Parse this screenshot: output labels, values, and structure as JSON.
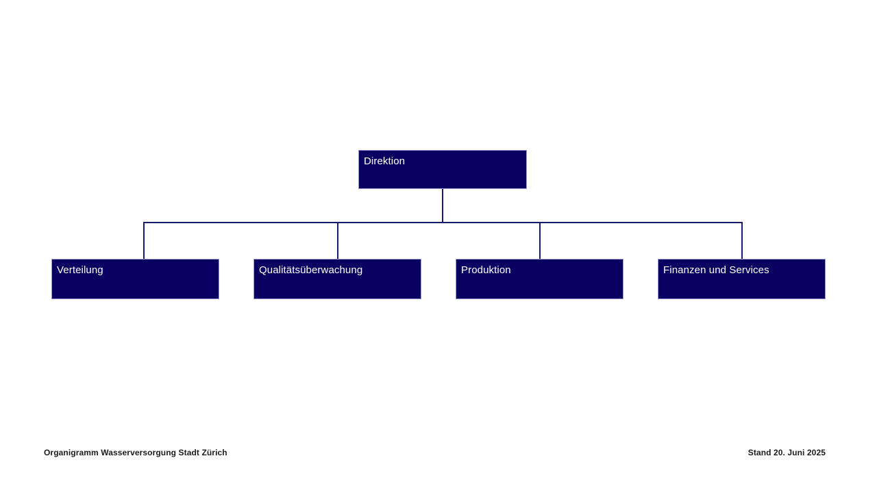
{
  "chart_data": {
    "type": "diagram",
    "subtype": "org-chart",
    "title": "Organigramm Wasserversorgung Stadt Zürich",
    "root": {
      "label": "Direktion",
      "level": 0
    },
    "children": [
      {
        "label": "Verteilung",
        "level": 1
      },
      {
        "label": "Qualitätsüberwachung",
        "level": 1
      },
      {
        "label": "Produktion",
        "level": 1
      },
      {
        "label": "Finanzen und Services",
        "level": 1
      }
    ],
    "edges": [
      {
        "from": "Direktion",
        "to": "Verteilung"
      },
      {
        "from": "Direktion",
        "to": "Qualitätsüberwachung"
      },
      {
        "from": "Direktion",
        "to": "Produktion"
      },
      {
        "from": "Direktion",
        "to": "Finanzen und Services"
      }
    ]
  },
  "nodes": {
    "direktion": "Direktion",
    "verteilung": "Verteilung",
    "qualitaetsueberwachung": "Qualitätsüberwachung",
    "produktion": "Produktion",
    "finanzen": "Finanzen und Services"
  },
  "footer": {
    "caption": "Organigramm Wasserversorgung Stadt Zürich",
    "date": "Stand 20. Juni 2025"
  },
  "colors": {
    "node_fill": "#0a0061",
    "node_border": "#9a9ad0",
    "node_text": "#ffffff",
    "connector": "#1a1a6e",
    "background": "#ffffff",
    "footer_text": "#1a1a1a"
  }
}
